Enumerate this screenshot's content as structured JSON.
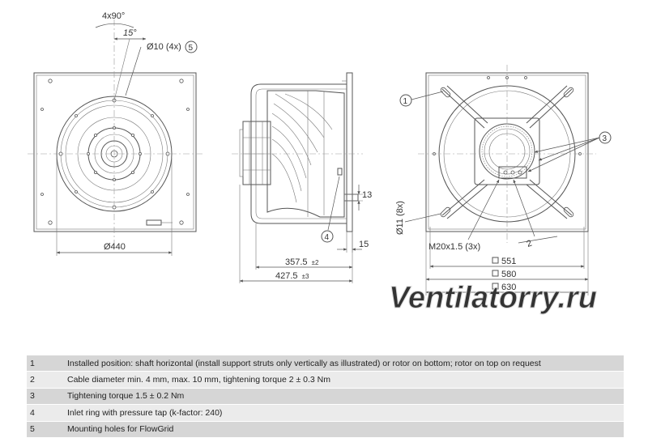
{
  "drawing": {
    "labels": {
      "angle_pattern": "4x90°",
      "angle": "15°",
      "hole_dia": "Ø10 (4x)",
      "callout_5": "5",
      "inlet_dia": "Ø440",
      "callout_4": "4",
      "dim_13": "13",
      "dim_15": "15",
      "length_1": "357.5",
      "length_1_tol": "±2",
      "length_2": "427.5",
      "length_2_tol": "±3",
      "callout_1": "1",
      "callout_3": "3",
      "callout_2": "2",
      "strut_hole": "Ø11 (8x)",
      "thread": "M20x1.5 (3x)",
      "square_1": "551",
      "square_2": "580",
      "square_3": "630"
    },
    "watermark": "Ventilatorry.ru"
  },
  "legend": {
    "rows": [
      {
        "num": "1",
        "text": "Installed position: shaft horizontal (install support struts only vertically as illustrated) or rotor on bottom; rotor on top on request"
      },
      {
        "num": "2",
        "text": "Cable diameter min. 4 mm, max. 10 mm, tightening torque 2 ± 0.3 Nm"
      },
      {
        "num": "3",
        "text": "Tightening torque 1.5 ± 0.2 Nm"
      },
      {
        "num": "4",
        "text": "Inlet ring with pressure tap (k-factor: 240)"
      },
      {
        "num": "5",
        "text": "Mounting holes for FlowGrid"
      }
    ]
  }
}
